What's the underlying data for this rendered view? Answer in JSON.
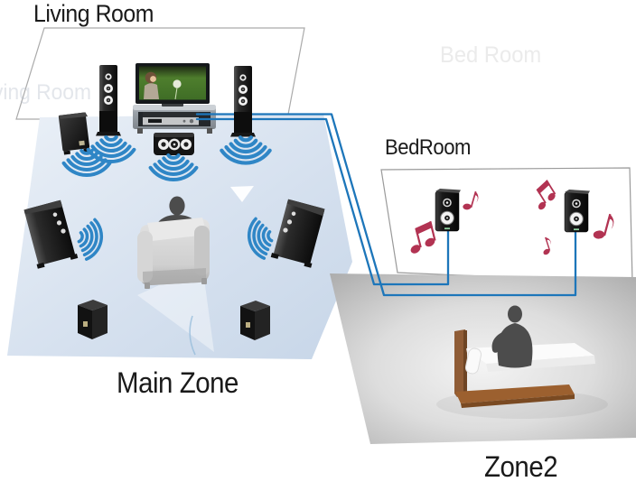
{
  "labels": {
    "living_room": "Living Room",
    "main_zone": "Main Zone",
    "bedroom": "BedRoom",
    "zone2": "Zone2",
    "watermark_bed_room": "Bed Room",
    "watermark_living_room": "ving Room"
  },
  "colors": {
    "cable": "#1d76ba",
    "wifi_waves": "#2f86c6",
    "music_notes": "#b23352",
    "main_floor_light": "#e9eff6",
    "main_floor_dark": "#c7d6e8",
    "zone2_floor": "#c4c4c4",
    "wall_outline": "#9a9a9a",
    "label_text": "#1a1a1a",
    "watermark": "#ebebeb"
  },
  "icons": {
    "sound_waves": "wifi-arcs",
    "music": "eighth-notes"
  },
  "rooms": [
    {
      "name": "Living Room",
      "zone": "Main Zone"
    },
    {
      "name": "BedRoom",
      "zone": "Zone2"
    }
  ]
}
